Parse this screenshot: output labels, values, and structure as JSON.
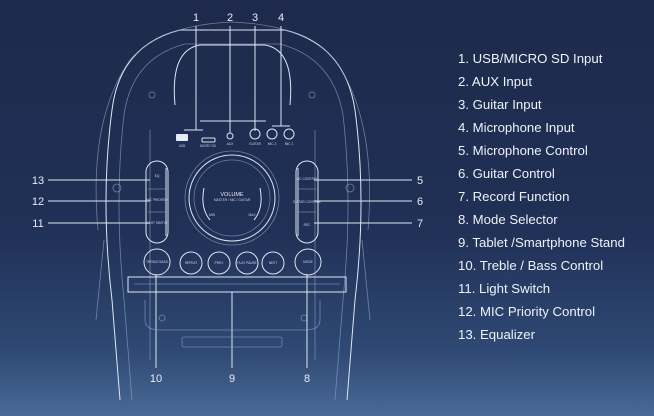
{
  "legend": [
    "1. USB/MICRO SD Input",
    "2. AUX Input",
    "3. Guitar Input",
    "4. Microphone Input",
    "5. Microphone Control",
    "6. Guitar Control",
    "7. Record Function",
    "8. Mode Selector",
    "9. Tablet /Smartphone Stand",
    "10. Treble / Bass Control",
    "11. Light Switch",
    "12. MIC Priority Control",
    "13. Equalizer"
  ],
  "callouts": {
    "n1": "1",
    "n2": "2",
    "n3": "3",
    "n4": "4",
    "n5": "5",
    "n6": "6",
    "n7": "7",
    "n8": "8",
    "n9": "9",
    "n10": "10",
    "n11": "11",
    "n12": "12",
    "n13": "13"
  },
  "panel": {
    "usb": "USB",
    "microsd": "MICRO SD",
    "aux": "AUX",
    "guitar": "GUITAR",
    "mic2": "MIC 2",
    "mic1": "MIC 1",
    "eq": "EQ",
    "mic_priority": "MIC PRIORITY",
    "light_switch": "LIGHT SWITCH",
    "mic_control": "MIC CONTROL",
    "guitar_control": "GUITAR CONTROL",
    "rec": "REC",
    "volume": "VOLUME",
    "volume_sub": "MASTER / MIC / GUITAR",
    "min": "MIN",
    "max": "MAX",
    "treble_bass": "TREBLE BASS",
    "repeat": "REPEAT",
    "prev": "PREV",
    "play_pause": "PLAY PAUSE",
    "next": "NEXT",
    "mode": "MODE"
  }
}
